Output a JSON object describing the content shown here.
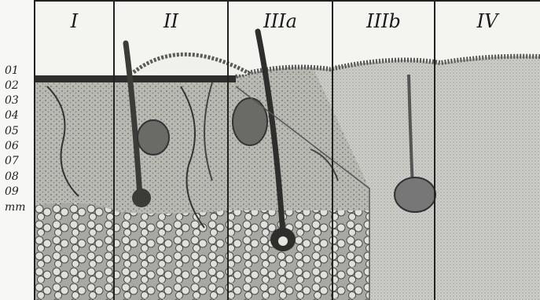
{
  "columns": [
    "I",
    "II",
    "IIIa",
    "IIIb",
    "IV"
  ],
  "depth_scale": [
    "01",
    "02",
    "03",
    "04",
    "05",
    "06",
    "07",
    "08",
    "09",
    "mm"
  ]
}
